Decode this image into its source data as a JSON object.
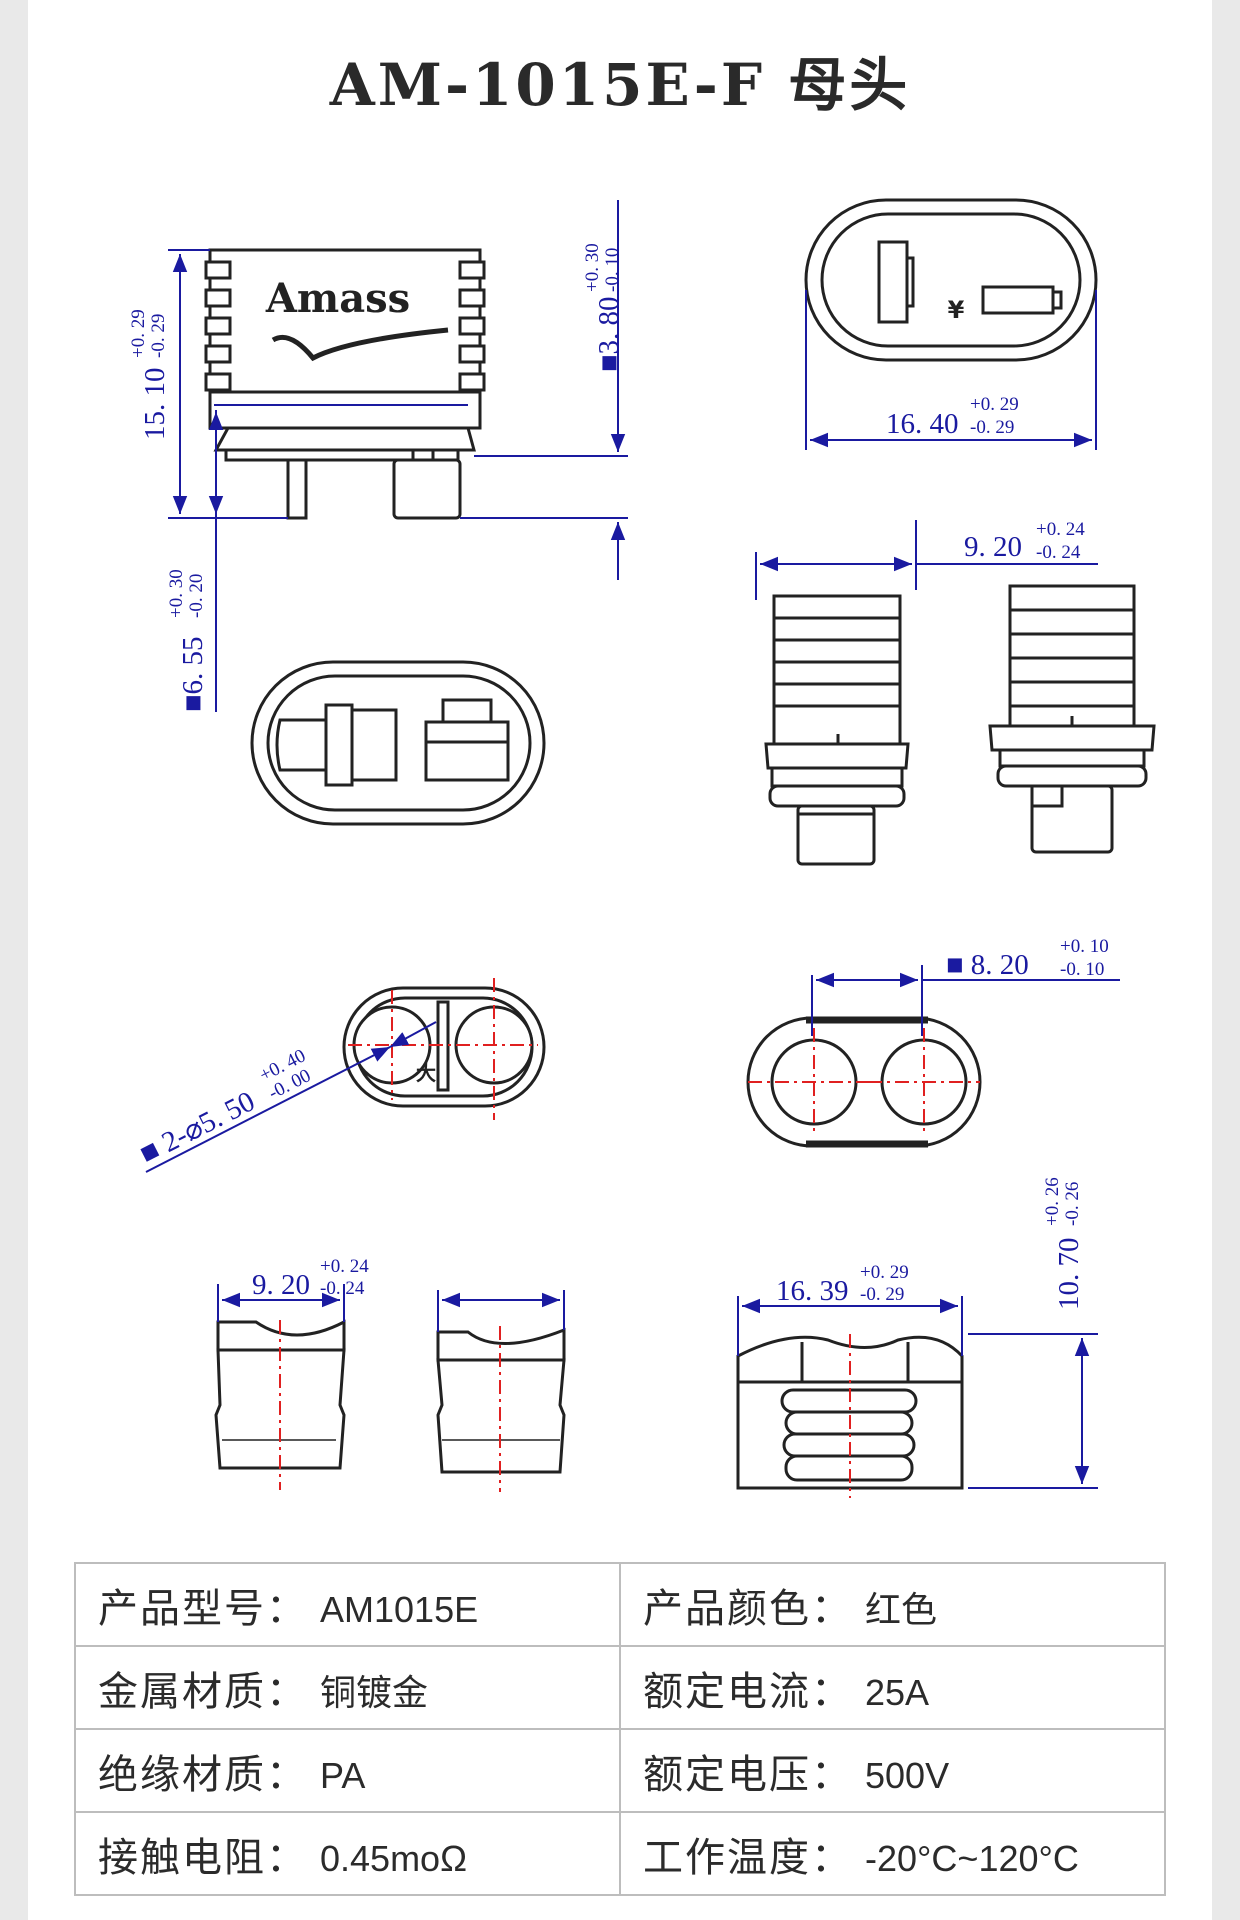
{
  "header": {
    "title": "AM-1015E-F 母头"
  },
  "drawing": {
    "brand_mark": "Amass",
    "dimensions": [
      {
        "key": "height_total",
        "value": "15. 10",
        "tol_plus": "+0. 29",
        "tol_minus": "-0. 29"
      },
      {
        "key": "pin_length",
        "value": "■3. 80",
        "tol_plus": "+0. 30",
        "tol_minus": "-0. 10"
      },
      {
        "key": "width_face",
        "value": "16. 40",
        "tol_plus": "+0. 29",
        "tol_minus": "-0. 29"
      },
      {
        "key": "insertion_depth",
        "value": "■6. 55",
        "tol_plus": "+0. 30",
        "tol_minus": "-0. 20"
      },
      {
        "key": "body_width_side",
        "value": "9. 20",
        "tol_plus": "+0. 24",
        "tol_minus": "-0. 24"
      },
      {
        "key": "pitch",
        "value": "■ 8. 20",
        "tol_plus": "+0. 10",
        "tol_minus": "-0. 10"
      },
      {
        "key": "hole_diameter",
        "value": "■ 2-⌀5. 50",
        "tol_plus": "+0. 40",
        "tol_minus": "-0. 00"
      },
      {
        "key": "body_width_bottom",
        "value": "9. 20",
        "tol_plus": "+0. 24",
        "tol_minus": "-0. 24"
      },
      {
        "key": "body_width_front",
        "value": "16. 39",
        "tol_plus": "+0. 29",
        "tol_minus": "-0. 29"
      },
      {
        "key": "body_height",
        "value": "10. 70",
        "tol_plus": "+0. 26",
        "tol_minus": "-0. 26"
      }
    ]
  },
  "specs": {
    "sep": "：",
    "rows": [
      [
        {
          "label": "产品型号",
          "value": "AM1015E"
        },
        {
          "label": "产品颜色",
          "value": "红色"
        }
      ],
      [
        {
          "label": "金属材质",
          "value": "铜镀金"
        },
        {
          "label": "额定电流",
          "value": "25A"
        }
      ],
      [
        {
          "label": "绝缘材质",
          "value": "PA"
        },
        {
          "label": "额定电压",
          "value": "500V"
        }
      ],
      [
        {
          "label": "接触电阻",
          "value": "0.45moΩ"
        },
        {
          "label": "工作温度",
          "value": "-20°C~120°C"
        }
      ]
    ]
  },
  "colors": {
    "line": "#222222",
    "dimension": "#1a1aa0",
    "center": "#e02020",
    "border": "#bdbdbd"
  }
}
